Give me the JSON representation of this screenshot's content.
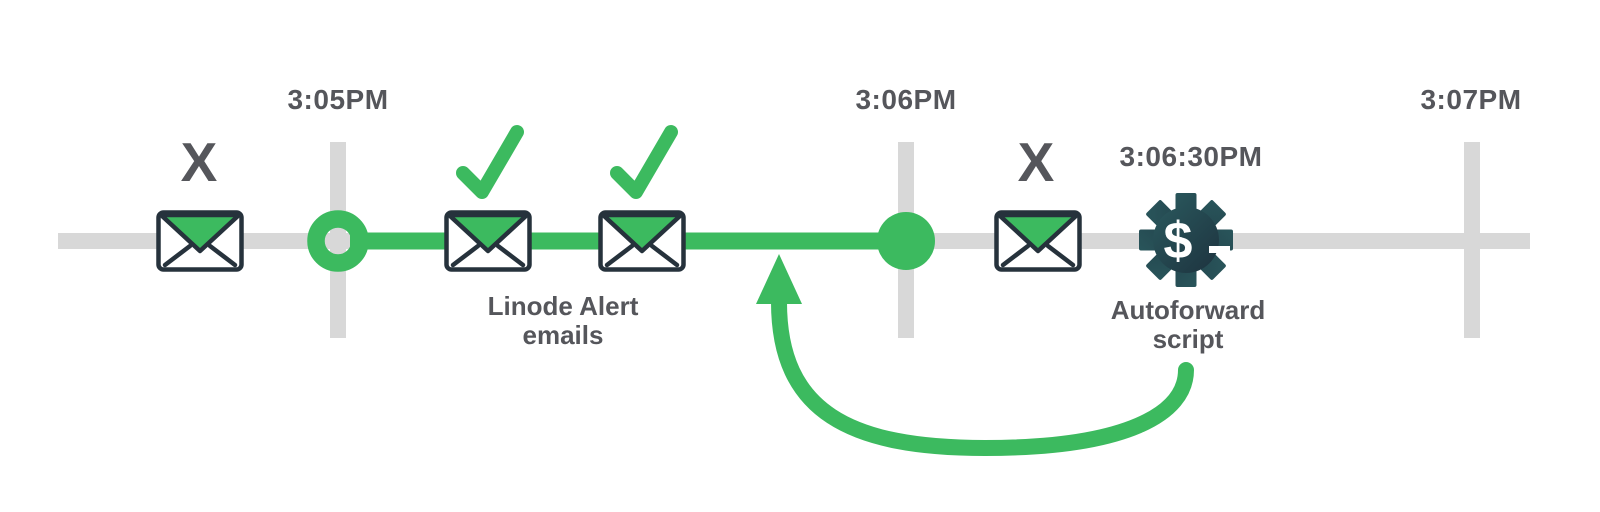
{
  "colors": {
    "green": "#3cba5f",
    "track": "#d8d8d8",
    "text": "#55565b",
    "ink": "#26323c",
    "gear_teal": "#2c5e62",
    "gear_navy": "#1b2c39",
    "white": "#ffffff"
  },
  "timeline": {
    "ticks": [
      {
        "label": "3:05PM"
      },
      {
        "label": "3:06PM"
      },
      {
        "label": "3:07PM"
      }
    ]
  },
  "markers": {
    "missed_before": "X",
    "missed_after": "X",
    "gear_glyph": "$"
  },
  "captions": {
    "alert_emails": "Linode Alert\nemails",
    "autoforward": "Autoforward\nscript",
    "autoforward_time": "3:06:30PM"
  }
}
